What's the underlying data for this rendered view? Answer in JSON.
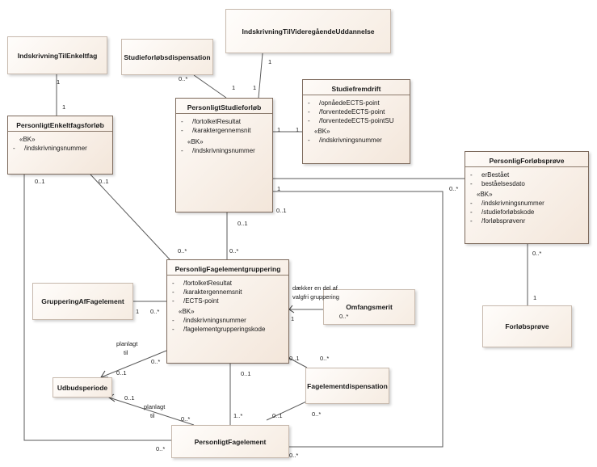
{
  "classes": {
    "tilenkeltfag": {
      "name": "IndskrivningTilEnkeltfag"
    },
    "videregaaende": {
      "name": "IndskrivningTilVideregåendeUddannelse"
    },
    "dispensation": {
      "name": "Studieforløbsdispensation"
    },
    "enkeltfagsforloeb": {
      "name": "PersonligtEnkeltfagsforløb",
      "stereotype": "«BK»",
      "attrs": [
        {
          "v": "-",
          "t": "/indskrivningsnummer"
        }
      ]
    },
    "studieforloeb": {
      "name": "PersonligtStudieforløb",
      "attrs": [
        {
          "v": "-",
          "t": "/fortolketResultat"
        },
        {
          "v": "-",
          "t": "/karaktergennemsnit"
        }
      ],
      "stereotype": "«BK»",
      "keys": [
        {
          "v": "-",
          "t": "/indskrivningsnummer"
        }
      ]
    },
    "studiefremdrift": {
      "name": "Studiefremdrift",
      "attrs": [
        {
          "v": "-",
          "t": "/opnåedeECTS-point"
        },
        {
          "v": "-",
          "t": "/forventedeECTS-point"
        },
        {
          "v": "-",
          "t": "/forventedeECTS-pointSU"
        }
      ],
      "stereotype": "«BK»",
      "keys": [
        {
          "v": "-",
          "t": "/indskrivningsnummer"
        }
      ]
    },
    "forloebsproeve": {
      "name": "PersonligForløbsprøve",
      "attrs": [
        {
          "v": "-",
          "t": "erBestået"
        },
        {
          "v": "-",
          "t": "beståelsesdato"
        }
      ],
      "stereotype": "«BK»",
      "keys": [
        {
          "v": "-",
          "t": "/indskrivningsnummer"
        },
        {
          "v": "-",
          "t": "/studieforløbskode"
        },
        {
          "v": "-",
          "t": "/forløbsprøvenr"
        }
      ]
    },
    "gruppering": {
      "name": "PersonligFagelementgruppering",
      "attrs": [
        {
          "v": "-",
          "t": "/fortolketResultat"
        },
        {
          "v": "-",
          "t": "/karaktergennemsnit"
        },
        {
          "v": "-",
          "t": "/ECTS-point"
        }
      ],
      "stereotype": "«BK»",
      "keys": [
        {
          "v": "-",
          "t": "/indskrivningsnummer"
        },
        {
          "v": "-",
          "t": "/fagelementgrupperingskode"
        }
      ]
    },
    "grupperingaf": {
      "name": "GrupperingAfFagelement"
    },
    "omfangsmerit": {
      "name": "Omfangsmerit"
    },
    "forloebsproeveSimple": {
      "name": "Forløbsprøve"
    },
    "udbudsperiode": {
      "name": "Udbudsperiode"
    },
    "fagelementdisp": {
      "name": "Fagelementdispensation"
    },
    "fagelement": {
      "name": "PersonligtFagelement"
    }
  },
  "labels": {
    "m1": "1",
    "m2": "1",
    "m3": "0..*",
    "m4": "1",
    "m5": "1",
    "m6": "1",
    "m7": "1",
    "m8": "0..1",
    "m9": "0..1",
    "m10": "0..*",
    "m11": "0..*",
    "m12": "1",
    "m13": "0..1",
    "m14": "0..1",
    "m15": "0..*",
    "m16": "0..*",
    "m17": "1",
    "m18": "1",
    "m19": "0..*",
    "m20": "1",
    "m21": "0..*",
    "m22": "0..1",
    "m23": "0..*",
    "m24": "0..1",
    "m25": "0..1",
    "m26": "0..*",
    "m27": "1..*",
    "m28": "0..1",
    "m29": "0..*",
    "m30": "0..1",
    "m31": "0..*",
    "m32": "0..*",
    "daekker1": "dækker en del af",
    "daekker2": "valgfri gruppering",
    "plan1a": "planlagt",
    "plan1b": "til",
    "plan2a": "planlagt",
    "plan2b": "til"
  }
}
